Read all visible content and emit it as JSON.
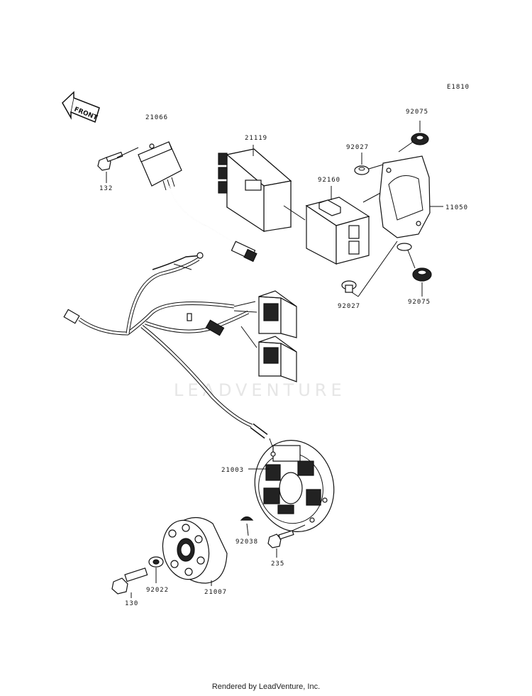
{
  "diagram_code": "E1810",
  "front_label": "FRONT",
  "watermark": "LEADVENTURE",
  "footer": "Rendered by LeadVenture, Inc.",
  "parts": {
    "p21066": "21066",
    "p132": "132",
    "p21119": "21119",
    "p92160": "92160",
    "p92027a": "92027",
    "p92075a": "92075",
    "p11050": "11050",
    "p92027b": "92027",
    "p92075b": "92075",
    "p21003": "21003",
    "p92038": "92038",
    "p235": "235",
    "p21007": "21007",
    "p92022": "92022",
    "p130": "130"
  }
}
